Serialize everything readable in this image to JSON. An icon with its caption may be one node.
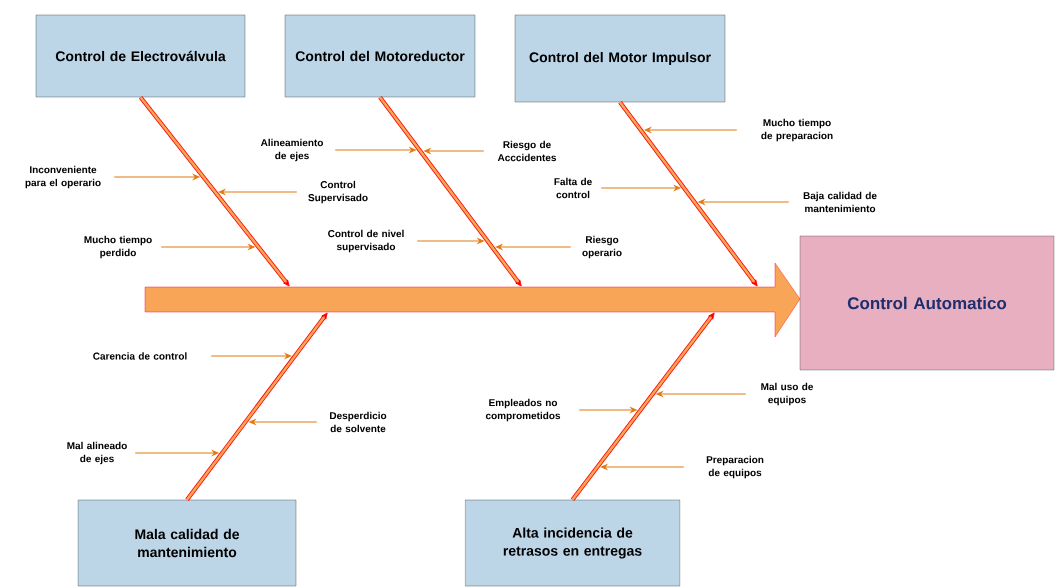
{
  "diagram": {
    "nodes": [
      {
        "text": [
          "Control de Electroválvula"
        ]
      },
      {
        "text": [
          "Control del Motoreductor"
        ]
      },
      {
        "text": [
          "Control del Motor Impulsor"
        ]
      },
      {
        "text": [
          "Inconveniente para el operario"
        ]
      },
      {
        "text": [
          "Control Supervisado"
        ]
      },
      {
        "text": [
          "Mucho tiempo perdido"
        ]
      },
      {
        "text": [
          "Alineamiento de ejes"
        ]
      },
      {
        "text": [
          "Riesgo de Acccidentes"
        ]
      },
      {
        "text": [
          "Control de nivel supervisado"
        ]
      },
      {
        "text": [
          "Riesgo operario"
        ]
      },
      {
        "text": [
          "Mucho tiempo de preparacion"
        ]
      },
      {
        "text": [
          "Falta de control"
        ]
      },
      {
        "text": [
          "Baja calidad de mantenimiento"
        ]
      },
      {
        "text": [],
        "shape": "arrow"
      },
      {
        "text": [
          "Control Automatico"
        ]
      },
      {
        "text": [
          "Carencia de control"
        ]
      },
      {
        "text": [
          "Desperdicio de solvente"
        ]
      },
      {
        "text": [
          "Mal alineado de ejes"
        ]
      },
      {
        "text": [
          "Empleados no comprometidos"
        ]
      },
      {
        "text": [
          "Mal uso de equipos"
        ]
      },
      {
        "text": [
          "Preparacion de equipos"
        ]
      },
      {
        "text": [
          "Mala calidad de mantenimiento"
        ]
      },
      {
        "text": [
          "Alta incidencia de retrasos en entregas"
        ]
      }
    ],
    "edges": [
      {
        "from": 0,
        "to": 13,
        "arrow": "to",
        "style": "thick",
        "color": "#ff0000"
      },
      {
        "from": 1,
        "to": 13,
        "arrow": "to",
        "style": "thick",
        "color": "#ff0000"
      },
      {
        "from": 2,
        "to": 13,
        "arrow": "to",
        "style": "thick",
        "color": "#ff0000"
      },
      {
        "from": 21,
        "to": 13,
        "arrow": "to",
        "style": "thick",
        "color": "#ff0000"
      },
      {
        "from": 22,
        "to": 13,
        "arrow": "to",
        "style": "thick",
        "color": "#ff0000"
      },
      {
        "from": 3,
        "to": null,
        "arrow": "to"
      },
      {
        "from": 4,
        "to": null,
        "arrow": "to"
      },
      {
        "from": 5,
        "to": null,
        "arrow": "to"
      },
      {
        "from": 6,
        "to": null,
        "arrow": "to"
      },
      {
        "from": 7,
        "to": null,
        "arrow": "to"
      },
      {
        "from": 8,
        "to": null,
        "arrow": "to"
      },
      {
        "from": 9,
        "to": null,
        "arrow": "to"
      },
      {
        "from": 10,
        "to": null,
        "arrow": "to"
      },
      {
        "from": 11,
        "to": null,
        "arrow": "to"
      },
      {
        "from": 12,
        "to": null,
        "arrow": "to"
      },
      {
        "from": 15,
        "to": null,
        "arrow": "to"
      },
      {
        "from": 16,
        "to": null,
        "arrow": "to"
      },
      {
        "from": 17,
        "to": null,
        "arrow": "to"
      },
      {
        "from": 18,
        "to": null,
        "arrow": "to"
      },
      {
        "from": 19,
        "to": null,
        "arrow": "to"
      },
      {
        "from": 20,
        "to": null,
        "arrow": "to"
      }
    ]
  }
}
